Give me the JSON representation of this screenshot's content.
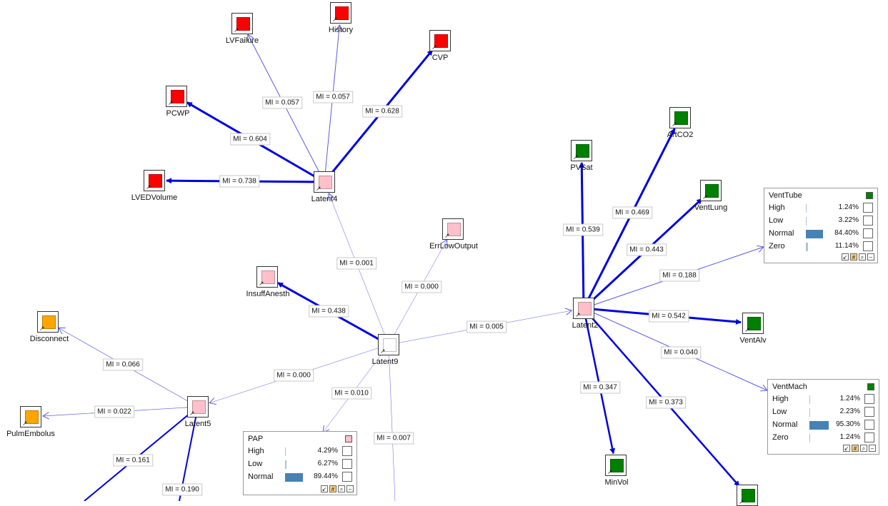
{
  "colors": {
    "edge": "#0000dd",
    "edge_thin": "#5a5ae6",
    "red": "#ff0000",
    "pink": "#ffc0cb",
    "green": "#008000",
    "orange": "#ffa500",
    "white": "#ffffff",
    "bar": "#4682b4"
  },
  "nodes": {
    "LVFailure": {
      "label": "LVFailure",
      "fill": "#ff0000"
    },
    "History": {
      "label": "History",
      "fill": "#ff0000"
    },
    "CVP": {
      "label": "CVP",
      "fill": "#ff0000"
    },
    "PCWP": {
      "label": "PCWP",
      "fill": "#ff0000"
    },
    "LVEDVolume": {
      "label": "LVEDVolume",
      "fill": "#ff0000"
    },
    "Latent4": {
      "label": "Latent4",
      "fill": "#ffc0cb"
    },
    "ErrLowOutput": {
      "label": "ErrLowOutput",
      "fill": "#ffc0cb"
    },
    "InsuffAnesth": {
      "label": "InsuffAnesth",
      "fill": "#ffc0cb"
    },
    "Latent9": {
      "label": "Latent9",
      "fill": "#ffffff"
    },
    "Disconnect": {
      "label": "Disconnect",
      "fill": "#ffa500"
    },
    "PulmEmbolus": {
      "label": "PulmEmbolus",
      "fill": "#ffa500"
    },
    "Latent5": {
      "label": "Latent5",
      "fill": "#ffc0cb"
    },
    "Latent2": {
      "label": "Latent2",
      "fill": "#ffc0cb"
    },
    "PVSat": {
      "label": "PVSat",
      "fill": "#008000"
    },
    "ArtCO2": {
      "label": "ArtCO2",
      "fill": "#008000"
    },
    "VentLung": {
      "label": "VentLung",
      "fill": "#008000"
    },
    "VentAlv": {
      "label": "VentAlv",
      "fill": "#008000"
    },
    "MinVol": {
      "label": "MinVol",
      "fill": "#008000"
    },
    "BottomRight": {
      "label": "",
      "fill": "#008000"
    }
  },
  "edges": [
    {
      "from": "Latent4",
      "to": "LVFailure",
      "mi": "MI = 0.057",
      "w": 1
    },
    {
      "from": "Latent4",
      "to": "History",
      "mi": "MI = 0.057",
      "w": 1
    },
    {
      "from": "Latent4",
      "to": "CVP",
      "mi": "MI = 0.628",
      "w": 3
    },
    {
      "from": "Latent4",
      "to": "PCWP",
      "mi": "MI = 0.604",
      "w": 3
    },
    {
      "from": "Latent4",
      "to": "LVEDVolume",
      "mi": "MI = 0.738",
      "w": 3
    },
    {
      "from": "Latent9",
      "to": "Latent4",
      "mi": "MI = 0.001",
      "w": 0.5
    },
    {
      "from": "Latent9",
      "to": "ErrLowOutput",
      "mi": "MI = 0.000",
      "w": 0.5
    },
    {
      "from": "Latent9",
      "to": "InsuffAnesth",
      "mi": "MI = 0.438",
      "w": 3
    },
    {
      "from": "Latent9",
      "to": "Latent2",
      "mi": "MI = 0.005",
      "w": 0.5
    },
    {
      "from": "Latent9",
      "to": "Latent5",
      "mi": "MI = 0.000",
      "w": 0.5
    },
    {
      "from": "Latent9",
      "to": "PAPPanel",
      "mi": "MI = 0.010",
      "w": 0.5
    },
    {
      "from": "Latent9",
      "to": "BottomMid",
      "mi": "MI = 0.007",
      "w": 0.5
    },
    {
      "from": "Latent5",
      "to": "Disconnect",
      "mi": "MI = 0.066",
      "w": 0.7
    },
    {
      "from": "Latent5",
      "to": "PulmEmbolus",
      "mi": "MI = 0.022",
      "w": 0.7
    },
    {
      "from": "Latent5",
      "to": "BottomLeft",
      "mi": "MI = 0.161",
      "w": 2
    },
    {
      "from": "Latent5",
      "to": "BottomLeft2",
      "mi": "MI = 0.190",
      "w": 2
    },
    {
      "from": "Latent2",
      "to": "PVSat",
      "mi": "MI = 0.539",
      "w": 3
    },
    {
      "from": "Latent2",
      "to": "ArtCO2",
      "mi": "MI = 0.469",
      "w": 3
    },
    {
      "from": "Latent2",
      "to": "VentLung",
      "mi": "MI = 0.443",
      "w": 3
    },
    {
      "from": "Latent2",
      "to": "VentTubePanel",
      "mi": "MI = 0.188",
      "w": 1
    },
    {
      "from": "Latent2",
      "to": "VentAlv",
      "mi": "MI = 0.542",
      "w": 3
    },
    {
      "from": "Latent2",
      "to": "VentMachPanel",
      "mi": "MI = 0.040",
      "w": 1
    },
    {
      "from": "Latent2",
      "to": "MinVol",
      "mi": "MI = 0.347",
      "w": 2.5
    },
    {
      "from": "Latent2",
      "to": "BottomRight",
      "mi": "MI = 0.373",
      "w": 2.5
    }
  ],
  "panels": {
    "VentTube": {
      "title": "VentTube",
      "color": "#008000",
      "rows": [
        {
          "state": "High",
          "pct": "1.24%",
          "frac": 0.0124
        },
        {
          "state": "Low",
          "pct": "3.22%",
          "frac": 0.0322
        },
        {
          "state": "Normal",
          "pct": "84.40%",
          "frac": 0.844
        },
        {
          "state": "Zero",
          "pct": "11.14%",
          "frac": 0.1114
        }
      ]
    },
    "VentMach": {
      "title": "VentMach",
      "color": "#008000",
      "rows": [
        {
          "state": "High",
          "pct": "1.24%",
          "frac": 0.0124
        },
        {
          "state": "Low",
          "pct": "2.23%",
          "frac": 0.0223
        },
        {
          "state": "Normal",
          "pct": "95.30%",
          "frac": 0.953
        },
        {
          "state": "Zero",
          "pct": "1.24%",
          "frac": 0.0124
        }
      ]
    },
    "PAP": {
      "title": "PAP",
      "color": "#ffc0cb",
      "rows": [
        {
          "state": "High",
          "pct": "4.29%",
          "frac": 0.0429
        },
        {
          "state": "Low",
          "pct": "6.27%",
          "frac": 0.0627
        },
        {
          "state": "Normal",
          "pct": "89.44%",
          "frac": 0.8944
        }
      ]
    }
  }
}
